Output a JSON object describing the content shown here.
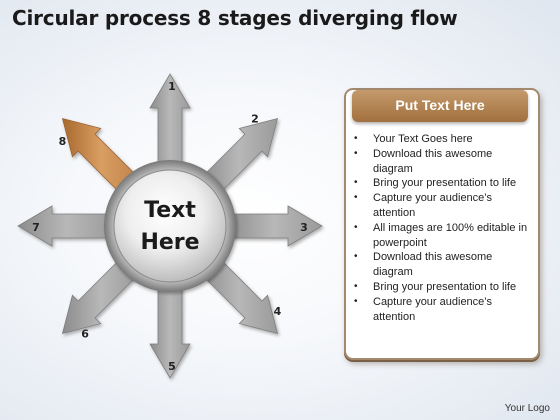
{
  "title": "Circular process 8 stages diverging flow",
  "center": {
    "line1": "Text",
    "line2": "Here"
  },
  "stages": [
    {
      "number": "1",
      "highlighted": false
    },
    {
      "number": "2",
      "highlighted": false
    },
    {
      "number": "3",
      "highlighted": false
    },
    {
      "number": "4",
      "highlighted": false
    },
    {
      "number": "5",
      "highlighted": false
    },
    {
      "number": "6",
      "highlighted": false
    },
    {
      "number": "7",
      "highlighted": false
    },
    {
      "number": "8",
      "highlighted": true
    }
  ],
  "panel": {
    "header": "Put Text Here",
    "bullets": [
      "Your Text Goes here",
      "Download this awesome diagram",
      "Bring your presentation to life",
      "Capture your audience’s attention",
      "All images are 100% editable in powerpoint",
      "Download this awesome diagram",
      "Bring your presentation to life",
      "Capture your audience’s attention"
    ]
  },
  "logo": "Your Logo",
  "colors": {
    "arrow": "#9a9a9a",
    "highlight": "#c58a4e",
    "panel_border": "#a3896e",
    "header": "#a2703e"
  }
}
